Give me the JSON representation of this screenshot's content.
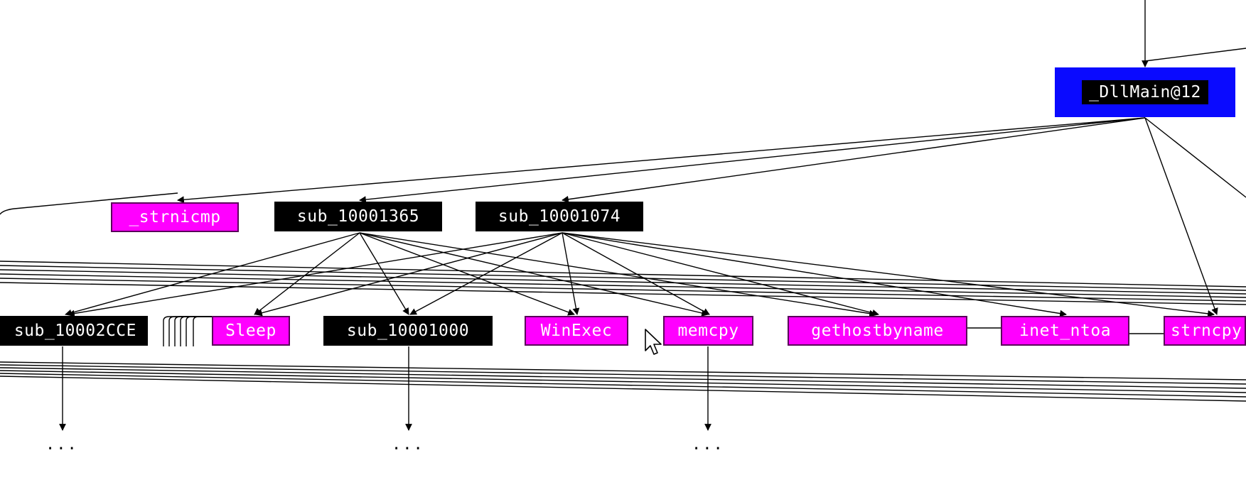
{
  "colors": {
    "import_fill": "#ff00ff",
    "internal_fill": "#000000",
    "entry_fill": "#0a0aff",
    "edge": "#000000",
    "background": "#ffffff"
  },
  "nodes": {
    "dllmain": "_DllMain@12",
    "strnicmp": "_strnicmp",
    "sub_10001365": "sub_10001365",
    "sub_10001074": "sub_10001074",
    "sub_10002cce": "sub_10002CCE",
    "sleep": "Sleep",
    "sub_10001000": "sub_10001000",
    "winexec": "WinExec",
    "memcpy": "memcpy",
    "gethostbyname": "gethostbyname",
    "inet_ntoa": "inet_ntoa",
    "strncpy": "strncpy"
  },
  "collapsed": {
    "below_sub_10002cce": "...",
    "below_sub_10001000": "...",
    "below_memcpy": "..."
  },
  "icons": {
    "cursor": "mouse-pointer-icon"
  }
}
